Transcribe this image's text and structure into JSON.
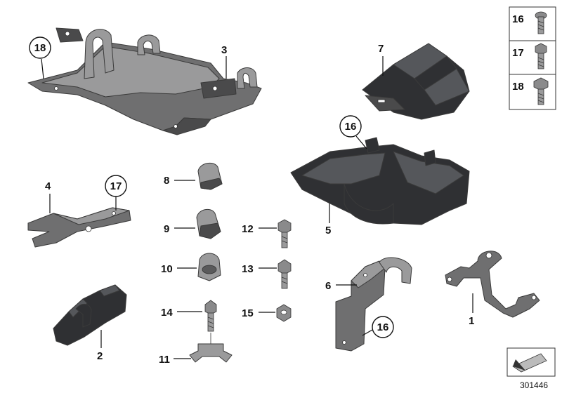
{
  "labels": {
    "p1": "1",
    "p2": "2",
    "p3": "3",
    "p4": "4",
    "p5": "5",
    "p6": "6",
    "p7": "7",
    "p8": "8",
    "p9": "9",
    "p10": "10",
    "p11": "11",
    "p12": "12",
    "p13": "13",
    "p14": "14",
    "p15": "15",
    "c16_top": "16",
    "c16_bottom": "16",
    "c17": "17",
    "c18": "18"
  },
  "legend": {
    "l16": "16",
    "l17": "17",
    "l18": "18"
  },
  "reference_number": "301446"
}
